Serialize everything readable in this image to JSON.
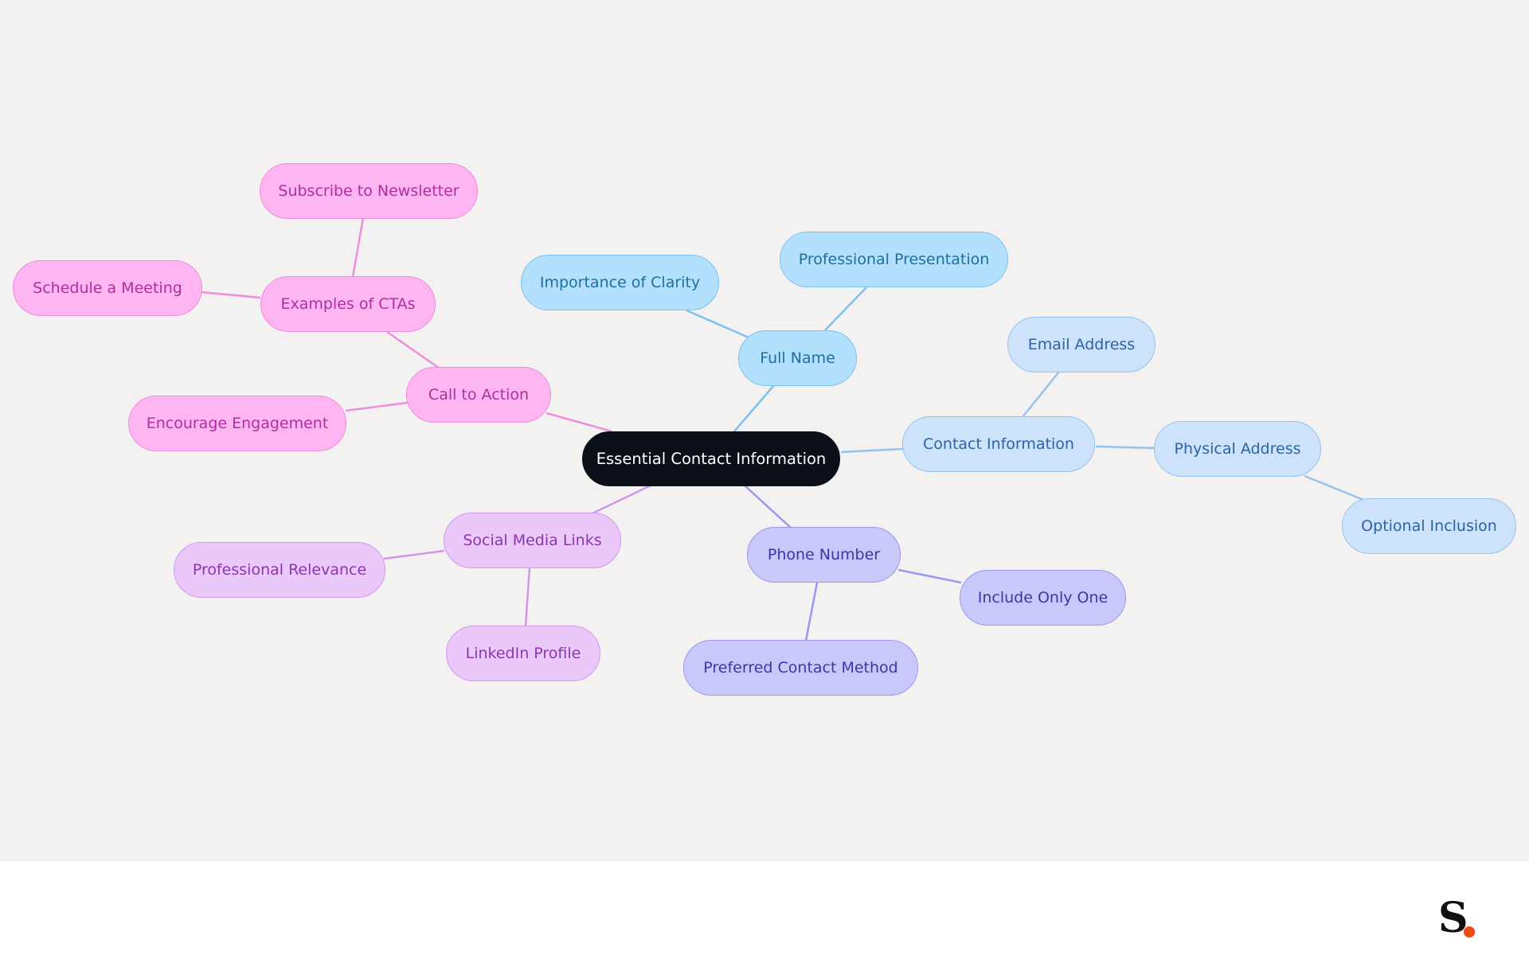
{
  "diagram": {
    "root": "Essential Contact Information",
    "branches": [
      {
        "label": "Full Name",
        "children": [
          "Importance of Clarity",
          "Professional Presentation"
        ]
      },
      {
        "label": "Contact Information",
        "children": [
          "Email Address",
          "Physical Address"
        ],
        "grandchildren": {
          "Physical Address": [
            "Optional Inclusion"
          ]
        }
      },
      {
        "label": "Phone Number",
        "children": [
          "Include Only One",
          "Preferred Contact Method"
        ]
      },
      {
        "label": "Social Media Links",
        "children": [
          "Professional Relevance",
          "LinkedIn Profile"
        ]
      },
      {
        "label": "Call to Action",
        "children": [
          "Encourage Engagement",
          "Examples of CTAs"
        ],
        "grandchildren": {
          "Examples of CTAs": [
            "Subscribe to Newsletter",
            "Schedule a Meeting"
          ]
        }
      }
    ]
  },
  "nodes": {
    "root": "Essential Contact Information",
    "full_name": "Full Name",
    "importance_clarity": "Importance of Clarity",
    "professional_presentation": "Professional Presentation",
    "contact_information": "Contact Information",
    "email_address": "Email Address",
    "physical_address": "Physical Address",
    "optional_inclusion": "Optional Inclusion",
    "phone_number": "Phone Number",
    "include_only_one": "Include Only One",
    "preferred_contact": "Preferred Contact Method",
    "social_media": "Social Media Links",
    "professional_relevance": "Professional Relevance",
    "linkedin_profile": "LinkedIn Profile",
    "call_to_action": "Call to Action",
    "encourage_engagement": "Encourage Engagement",
    "examples_ctas": "Examples of CTAs",
    "subscribe_newsletter": "Subscribe to Newsletter",
    "schedule_meeting": "Schedule a Meeting"
  },
  "colors": {
    "canvas": "#f3f2f1",
    "root": "#0b1018",
    "full_name_branch": "#b3e0fc",
    "contact_branch": "#cce3fb",
    "phone_branch": "#c8c8fa",
    "social_branch": "#ebc8fa",
    "cta_branch": "#fdb6f1",
    "logo_dot": "#f04a16"
  },
  "logo": {
    "letter": "S",
    "icon": "brand-logo-icon"
  }
}
